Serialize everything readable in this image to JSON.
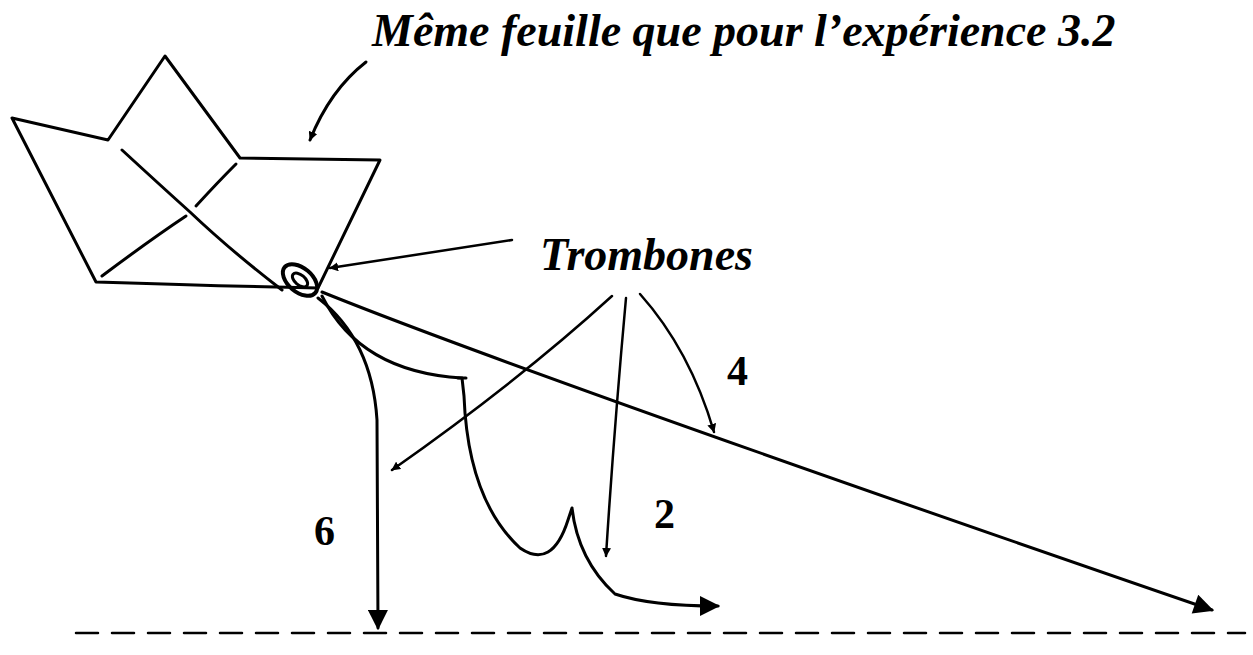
{
  "diagram": {
    "labels": [
      "Même feuille que pour l’expérience 3.2",
      "Trombones",
      "4",
      "6",
      "2"
    ]
  }
}
